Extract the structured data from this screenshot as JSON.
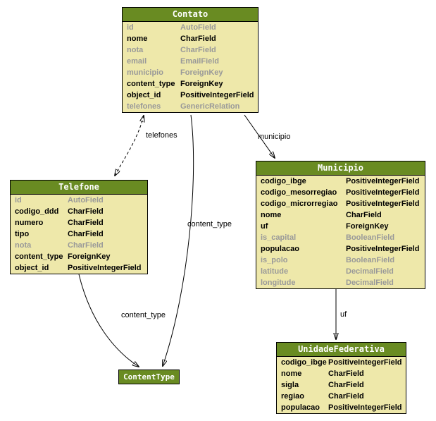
{
  "diagram": {
    "colors": {
      "header_bg": "#698B22",
      "body_bg": "#EEE8AA",
      "muted": "#999999",
      "line": "#000000"
    },
    "entities": [
      {
        "name": "Contato",
        "fields": [
          {
            "name": "id",
            "type": "AutoField"
          },
          {
            "name": "nome",
            "type": "CharField"
          },
          {
            "name": "nota",
            "type": "CharField"
          },
          {
            "name": "email",
            "type": "EmailField"
          },
          {
            "name": "municipio",
            "type": "ForeignKey"
          },
          {
            "name": "content_type",
            "type": "ForeignKey"
          },
          {
            "name": "object_id",
            "type": "PositiveIntegerField"
          },
          {
            "name": "telefones",
            "type": "GenericRelation"
          }
        ]
      },
      {
        "name": "Telefone",
        "fields": [
          {
            "name": "id",
            "type": "AutoField"
          },
          {
            "name": "codigo_ddd",
            "type": "CharField"
          },
          {
            "name": "numero",
            "type": "CharField"
          },
          {
            "name": "tipo",
            "type": "CharField"
          },
          {
            "name": "nota",
            "type": "CharField"
          },
          {
            "name": "content_type",
            "type": "ForeignKey"
          },
          {
            "name": "object_id",
            "type": "PositiveIntegerField"
          }
        ]
      },
      {
        "name": "Municipio",
        "fields": [
          {
            "name": "codigo_ibge",
            "type": "PositiveIntegerField"
          },
          {
            "name": "codigo_mesorregiao",
            "type": "PositiveIntegerField"
          },
          {
            "name": "codigo_microrregiao",
            "type": "PositiveIntegerField"
          },
          {
            "name": "nome",
            "type": "CharField"
          },
          {
            "name": "uf",
            "type": "ForeignKey"
          },
          {
            "name": "is_capital",
            "type": "BooleanField"
          },
          {
            "name": "populacao",
            "type": "PositiveIntegerField"
          },
          {
            "name": "is_polo",
            "type": "BooleanField"
          },
          {
            "name": "latitude",
            "type": "DecimalField"
          },
          {
            "name": "longitude",
            "type": "DecimalField"
          }
        ]
      },
      {
        "name": "ContentType",
        "fields": []
      },
      {
        "name": "UnidadeFederativa",
        "fields": [
          {
            "name": "codigo_ibge",
            "type": "PositiveIntegerField"
          },
          {
            "name": "nome",
            "type": "CharField"
          },
          {
            "name": "sigla",
            "type": "CharField"
          },
          {
            "name": "regiao",
            "type": "CharField"
          },
          {
            "name": "populacao",
            "type": "PositiveIntegerField"
          }
        ]
      }
    ],
    "edges": [
      {
        "label": "telefones",
        "from": "Contato",
        "to": "Telefone",
        "style": "dashed"
      },
      {
        "label": "municipio",
        "from": "Contato",
        "to": "Municipio",
        "style": "solid"
      },
      {
        "label": "content_type",
        "from": "Contato",
        "to": "ContentType",
        "style": "solid"
      },
      {
        "label": "content_type",
        "from": "Telefone",
        "to": "ContentType",
        "style": "solid"
      },
      {
        "label": "uf",
        "from": "Municipio",
        "to": "UnidadeFederativa",
        "style": "solid"
      }
    ]
  }
}
